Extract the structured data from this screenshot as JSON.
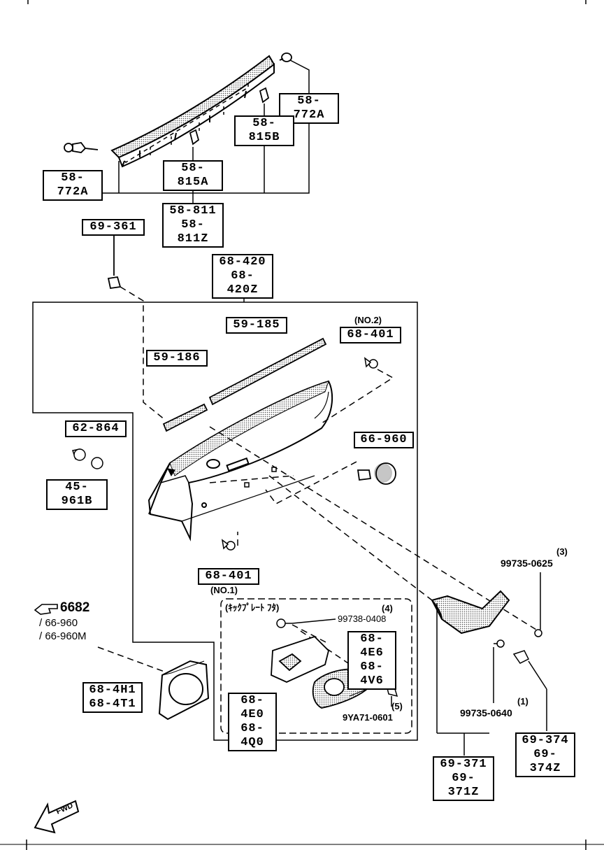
{
  "labels": {
    "l58_772A_right": [
      "58-772A"
    ],
    "l58_815B": [
      "58-815B"
    ],
    "l58_815A": [
      "58-815A"
    ],
    "l58_772A_left": [
      "58-772A"
    ],
    "l58_811": [
      "58-811",
      "58-811Z"
    ],
    "l69_361": [
      "69-361"
    ],
    "l68_420": [
      "68-420",
      "68-420Z"
    ],
    "l59_185": [
      "59-185"
    ],
    "l59_186": [
      "59-186"
    ],
    "l68_401_no2": [
      "68-401"
    ],
    "l62_864": [
      "62-864"
    ],
    "l66_960": [
      "66-960"
    ],
    "l45_961B": [
      "45-961B"
    ],
    "l68_401_no1": [
      "68-401"
    ],
    "l68_4E6": [
      "68-4E6",
      "68-4V6"
    ],
    "l68_4H1": [
      "68-4H1",
      "68-4T1"
    ],
    "l68_4E0": [
      "68-4E0",
      "68-4Q0"
    ],
    "l69_374": [
      "69-374",
      "69-374Z"
    ],
    "l69_371": [
      "69-371",
      "69-371Z"
    ]
  },
  "notes": {
    "no2": "(NO.2)",
    "no1": "(NO.1)",
    "kick_plate": "(ｷｯｸﾌﾟﾚｰﾄ ﾌﾀ)",
    "n3": "(3)",
    "n99735_0625": "99735-0625",
    "n4": "(4)",
    "n99738_0408": "99738-0408",
    "n5": "(5)",
    "n9YA71_0601": "9YA71-0601",
    "n1": "(1)",
    "n99735_0640": "99735-0640",
    "fwd": "FWD"
  },
  "ref": {
    "main": "6682",
    "line1": "/ 66-960",
    "line2": "/ 66-960M"
  },
  "colors": {
    "ink": "#000000",
    "paper": "#ffffff",
    "shade": "#bdbdbd"
  },
  "icons": {
    "ref_pointer": "pointing-hand-icon",
    "fwd_arrow": "fwd-arrow-icon"
  }
}
